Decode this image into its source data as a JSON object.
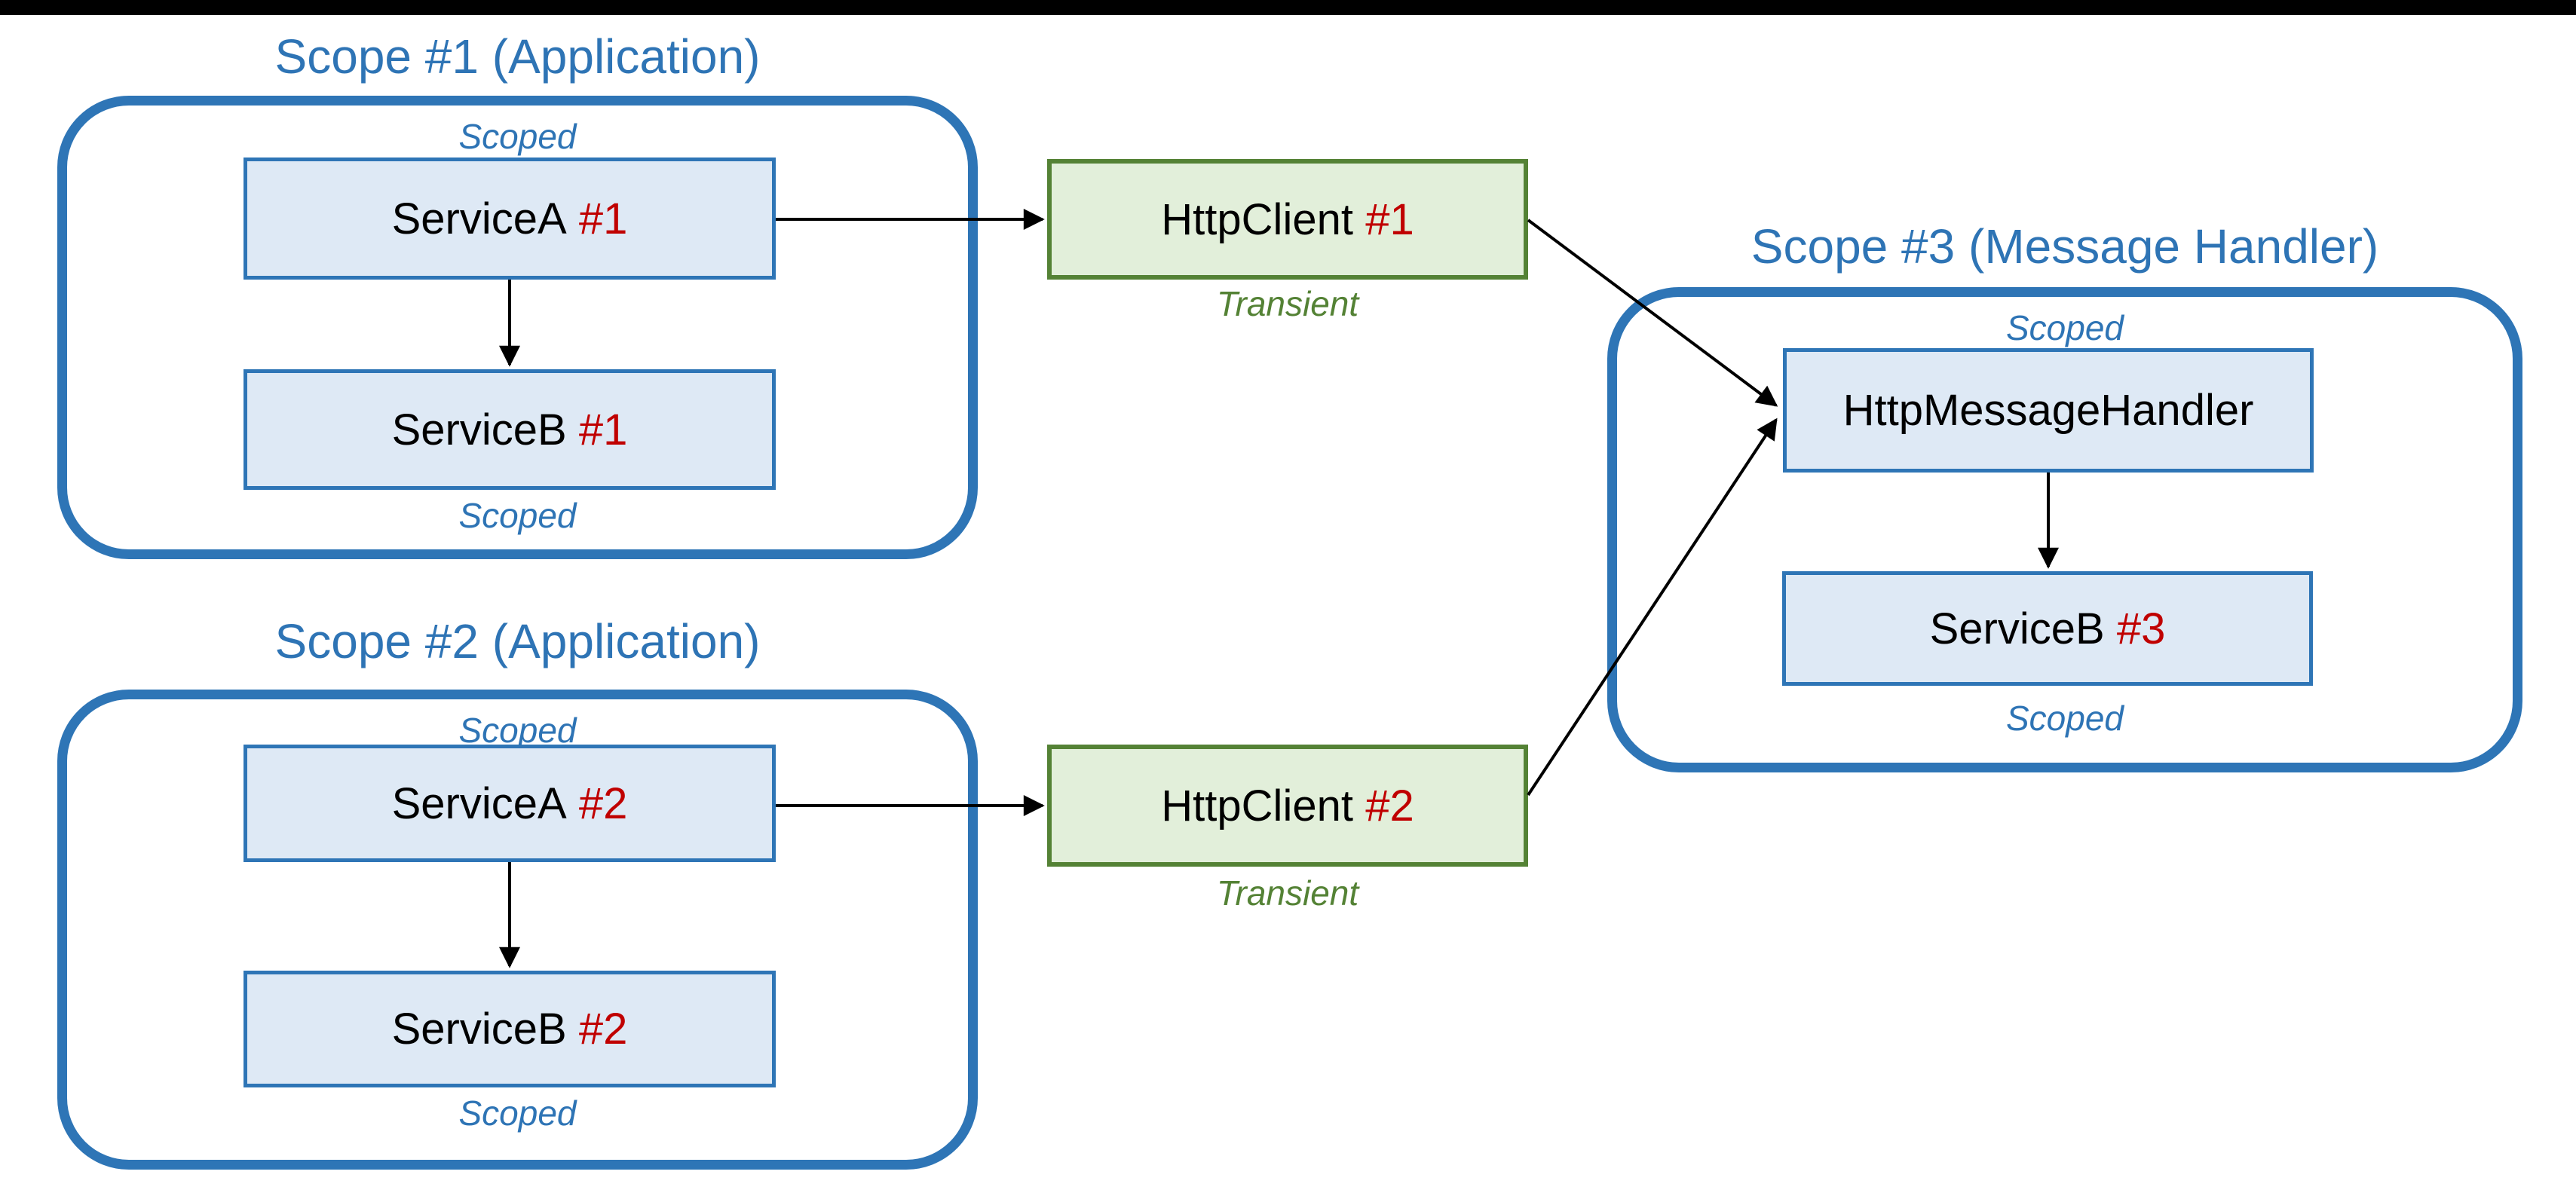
{
  "colors": {
    "scope_border": "#2E75B6",
    "scope_text": "#2E74B5",
    "service_fill": "#DEE9F5",
    "service_border": "#2E75B6",
    "client_fill": "#E2EFDA",
    "client_border": "#548235",
    "client_label": "#548235",
    "instance_text": "#C00000",
    "node_text": "#000000",
    "arrow": "#000000",
    "letterbox": "#000000",
    "background": "#FFFFFF"
  },
  "scopes": {
    "scope1": {
      "title": "Scope #1 (Application)",
      "top_label": "Scoped",
      "bottom_label": "Scoped"
    },
    "scope2": {
      "title": "Scope #2 (Application)",
      "top_label": "Scoped",
      "bottom_label": "Scoped"
    },
    "scope3": {
      "title": "Scope #3 (Message Handler)",
      "top_label": "Scoped",
      "bottom_label": "Scoped"
    }
  },
  "nodes": {
    "service_a1": {
      "label": "ServiceA",
      "instance": "#1"
    },
    "service_b1": {
      "label": "ServiceB",
      "instance": "#1"
    },
    "http_client1": {
      "label": "HttpClient",
      "instance": "#1",
      "lifetime": "Transient"
    },
    "service_a2": {
      "label": "ServiceA",
      "instance": "#2"
    },
    "service_b2": {
      "label": "ServiceB",
      "instance": "#2"
    },
    "http_client2": {
      "label": "HttpClient",
      "instance": "#2",
      "lifetime": "Transient"
    },
    "http_message_handler": {
      "label": "HttpMessageHandler"
    },
    "service_b3": {
      "label": "ServiceB",
      "instance": "#3"
    }
  },
  "connections": [
    {
      "from": "ServiceA #1",
      "to": "ServiceB #1"
    },
    {
      "from": "ServiceA #1",
      "to": "HttpClient #1"
    },
    {
      "from": "HttpClient #1",
      "to": "HttpMessageHandler"
    },
    {
      "from": "ServiceA #2",
      "to": "ServiceB #2"
    },
    {
      "from": "ServiceA #2",
      "to": "HttpClient #2"
    },
    {
      "from": "HttpClient #2",
      "to": "HttpMessageHandler"
    },
    {
      "from": "HttpMessageHandler",
      "to": "ServiceB #3"
    }
  ]
}
